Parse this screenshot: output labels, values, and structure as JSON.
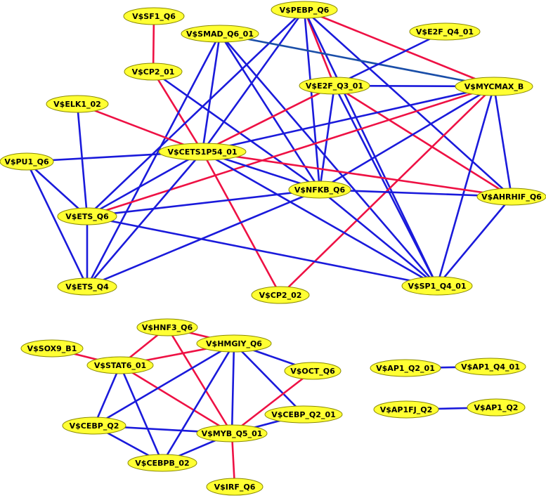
{
  "colors": {
    "node_fill": "#ffff33",
    "node_stroke": "#8a8a00",
    "edge_blue": "#1a1adb",
    "edge_red": "#ee1144",
    "edge_dark_blue": "#1a4ea8"
  },
  "nodes": [
    {
      "id": "SF1",
      "label": "V$SF1_Q6"
    },
    {
      "id": "PEBP",
      "label": "V$PEBP_Q6"
    },
    {
      "id": "SMAD",
      "label": "V$SMAD_Q6_01"
    },
    {
      "id": "E2F_Q4",
      "label": "V$E2F_Q4_01"
    },
    {
      "id": "CP2_01",
      "label": "V$CP2_01"
    },
    {
      "id": "E2F_Q3",
      "label": "V$E2F_Q3_01"
    },
    {
      "id": "MYCMAX",
      "label": "V$MYCMAX_B"
    },
    {
      "id": "ELK1",
      "label": "V$ELK1_02"
    },
    {
      "id": "CETS",
      "label": "V$CETS1P54_01"
    },
    {
      "id": "PU1",
      "label": "V$PU1_Q6"
    },
    {
      "id": "NFKB",
      "label": "V$NFKB_Q6"
    },
    {
      "id": "AHRHIF",
      "label": "V$AHRHIF_Q6"
    },
    {
      "id": "ETS_Q6",
      "label": "V$ETS_Q6"
    },
    {
      "id": "ETS_Q4",
      "label": "V$ETS_Q4"
    },
    {
      "id": "CP2_02",
      "label": "V$CP2_02"
    },
    {
      "id": "SP1",
      "label": "V$SP1_Q4_01"
    },
    {
      "id": "HNF3",
      "label": "V$HNF3_Q6"
    },
    {
      "id": "SOX9",
      "label": "V$SOX9_B1"
    },
    {
      "id": "HMGIY",
      "label": "V$HMGIY_Q6"
    },
    {
      "id": "STAT6",
      "label": "V$STAT6_01"
    },
    {
      "id": "OCT",
      "label": "V$OCT_Q6"
    },
    {
      "id": "AP1_Q2_01",
      "label": "V$AP1_Q2_01"
    },
    {
      "id": "AP1_Q4_01",
      "label": "V$AP1_Q4_01"
    },
    {
      "id": "CEBP_Q2_01",
      "label": "V$CEBP_Q2_01"
    },
    {
      "id": "AP1FJ",
      "label": "V$AP1FJ_Q2"
    },
    {
      "id": "AP1_Q2",
      "label": "V$AP1_Q2"
    },
    {
      "id": "CEBP_Q2",
      "label": "V$CEBP_Q2"
    },
    {
      "id": "MYB",
      "label": "V$MYB_Q5_01"
    },
    {
      "id": "CEBPB",
      "label": "V$CEBPB_02"
    },
    {
      "id": "IRF",
      "label": "V$IRF_Q6"
    }
  ],
  "edges": [
    {
      "from": "SF1",
      "to": "CP2_01",
      "color": "red"
    },
    {
      "from": "CP2_01",
      "to": "CETS",
      "color": "red"
    },
    {
      "from": "CP2_01",
      "to": "NFKB",
      "color": "blue"
    },
    {
      "from": "PEBP",
      "to": "E2F_Q3",
      "color": "red"
    },
    {
      "from": "PEBP",
      "to": "MYCMAX",
      "color": "red"
    },
    {
      "from": "PEBP",
      "to": "CETS",
      "color": "blue"
    },
    {
      "from": "PEBP",
      "to": "ETS_Q6",
      "color": "blue"
    },
    {
      "from": "PEBP",
      "to": "NFKB",
      "color": "blue"
    },
    {
      "from": "PEBP",
      "to": "SP1",
      "color": "blue"
    },
    {
      "from": "PEBP",
      "to": "AHRHIF",
      "color": "blue"
    },
    {
      "from": "SMAD",
      "to": "MYCMAX",
      "color": "darkblue"
    },
    {
      "from": "SMAD",
      "to": "CETS",
      "color": "blue"
    },
    {
      "from": "SMAD",
      "to": "NFKB",
      "color": "blue"
    },
    {
      "from": "SMAD",
      "to": "SP1",
      "color": "blue"
    },
    {
      "from": "SMAD",
      "to": "ETS_Q4",
      "color": "blue"
    },
    {
      "from": "E2F_Q4",
      "to": "E2F_Q3",
      "color": "blue"
    },
    {
      "from": "E2F_Q3",
      "to": "MYCMAX",
      "color": "blue"
    },
    {
      "from": "E2F_Q3",
      "to": "CETS",
      "color": "red"
    },
    {
      "from": "E2F_Q3",
      "to": "NFKB",
      "color": "blue"
    },
    {
      "from": "E2F_Q3",
      "to": "AHRHIF",
      "color": "red"
    },
    {
      "from": "E2F_Q3",
      "to": "SP1",
      "color": "blue"
    },
    {
      "from": "MYCMAX",
      "to": "CETS",
      "color": "blue"
    },
    {
      "from": "MYCMAX",
      "to": "ETS_Q6",
      "color": "red"
    },
    {
      "from": "MYCMAX",
      "to": "NFKB",
      "color": "blue"
    },
    {
      "from": "MYCMAX",
      "to": "AHRHIF",
      "color": "blue"
    },
    {
      "from": "MYCMAX",
      "to": "SP1",
      "color": "blue"
    },
    {
      "from": "MYCMAX",
      "to": "CP2_02",
      "color": "red"
    },
    {
      "from": "ELK1",
      "to": "CETS",
      "color": "red"
    },
    {
      "from": "ELK1",
      "to": "ETS_Q6",
      "color": "blue"
    },
    {
      "from": "PU1",
      "to": "CETS",
      "color": "blue"
    },
    {
      "from": "PU1",
      "to": "ETS_Q6",
      "color": "blue"
    },
    {
      "from": "PU1",
      "to": "ETS_Q4",
      "color": "blue"
    },
    {
      "from": "CETS",
      "to": "ETS_Q6",
      "color": "blue"
    },
    {
      "from": "CETS",
      "to": "NFKB",
      "color": "blue"
    },
    {
      "from": "CETS",
      "to": "AHRHIF",
      "color": "red"
    },
    {
      "from": "CETS",
      "to": "SP1",
      "color": "blue"
    },
    {
      "from": "CETS",
      "to": "CP2_02",
      "color": "red"
    },
    {
      "from": "CETS",
      "to": "ETS_Q4",
      "color": "blue"
    },
    {
      "from": "NFKB",
      "to": "ETS_Q6",
      "color": "blue"
    },
    {
      "from": "NFKB",
      "to": "AHRHIF",
      "color": "blue"
    },
    {
      "from": "NFKB",
      "to": "SP1",
      "color": "blue"
    },
    {
      "from": "NFKB",
      "to": "ETS_Q4",
      "color": "blue"
    },
    {
      "from": "AHRHIF",
      "to": "SP1",
      "color": "blue"
    },
    {
      "from": "ETS_Q6",
      "to": "ETS_Q4",
      "color": "blue"
    },
    {
      "from": "ETS_Q6",
      "to": "SP1",
      "color": "blue"
    },
    {
      "from": "HNF3",
      "to": "HMGIY",
      "color": "red"
    },
    {
      "from": "HNF3",
      "to": "STAT6",
      "color": "red"
    },
    {
      "from": "HNF3",
      "to": "MYB",
      "color": "red"
    },
    {
      "from": "SOX9",
      "to": "STAT6",
      "color": "red"
    },
    {
      "from": "STAT6",
      "to": "HMGIY",
      "color": "red"
    },
    {
      "from": "STAT6",
      "to": "MYB",
      "color": "red"
    },
    {
      "from": "STAT6",
      "to": "CEBP_Q2",
      "color": "blue"
    },
    {
      "from": "STAT6",
      "to": "CEBPB",
      "color": "blue"
    },
    {
      "from": "HMGIY",
      "to": "OCT",
      "color": "blue"
    },
    {
      "from": "HMGIY",
      "to": "CEBP_Q2_01",
      "color": "blue"
    },
    {
      "from": "HMGIY",
      "to": "MYB",
      "color": "blue"
    },
    {
      "from": "HMGIY",
      "to": "CEBP_Q2",
      "color": "blue"
    },
    {
      "from": "HMGIY",
      "to": "CEBPB",
      "color": "blue"
    },
    {
      "from": "OCT",
      "to": "MYB",
      "color": "red"
    },
    {
      "from": "CEBP_Q2_01",
      "to": "MYB",
      "color": "blue"
    },
    {
      "from": "CEBP_Q2",
      "to": "MYB",
      "color": "blue"
    },
    {
      "from": "CEBP_Q2",
      "to": "CEBPB",
      "color": "blue"
    },
    {
      "from": "CEBPB",
      "to": "MYB",
      "color": "blue"
    },
    {
      "from": "MYB",
      "to": "IRF",
      "color": "red"
    },
    {
      "from": "AP1_Q2_01",
      "to": "AP1_Q4_01",
      "color": "blue"
    },
    {
      "from": "AP1FJ",
      "to": "AP1_Q2",
      "color": "blue"
    }
  ]
}
